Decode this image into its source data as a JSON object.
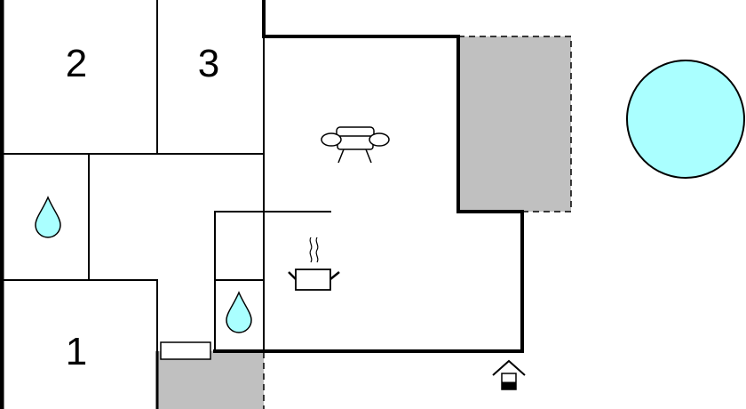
{
  "rooms": {
    "room_2": "2",
    "room_3": "3",
    "room_1": "1"
  },
  "icons": {
    "bathroom_1": "water-drop-icon",
    "bathroom_2": "water-drop-icon",
    "living_room": "sofa-icon",
    "kitchen": "cooking-pot-icon",
    "entrance": "house-entrance-icon",
    "pool": "pool-icon"
  },
  "colors": {
    "wall": "#000000",
    "terrace": "#c0c0c0",
    "pool": "#aaffff",
    "background": "#ffffff"
  }
}
